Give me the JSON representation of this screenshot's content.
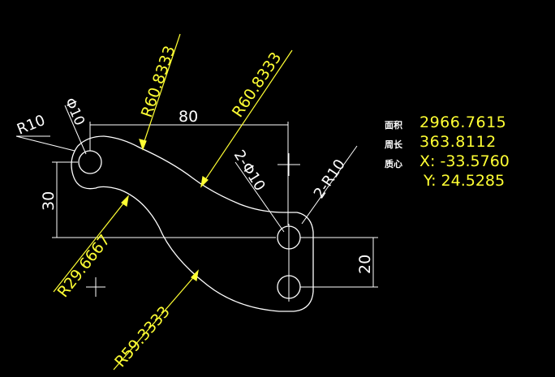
{
  "drawing": {
    "dimensions": {
      "radius_top_left": "R60.8333",
      "radius_top_right": "R60.8333",
      "radius_bottom": "R59.3333",
      "radius_left_small": "R29.6667",
      "radius_r10": "R10",
      "dia_phi10": "Φ10",
      "dim_80": "80",
      "dim_30": "30",
      "dim_20": "20",
      "hole_2_phi10": "2-Φ10",
      "radius_2_r10": "2-R10"
    },
    "colors": {
      "background": "#000000",
      "geometry": "#ffffff",
      "dimension_leader": "#ffff33",
      "text": "#ffff33"
    }
  },
  "properties": {
    "area_label": "面积",
    "area_value": "2966.7615",
    "perimeter_label": "周长",
    "perimeter_value": "363.8112",
    "centroid_label": "质心",
    "centroid_x": "X:  -33.5760",
    "centroid_y": "Y:  24.5285"
  }
}
